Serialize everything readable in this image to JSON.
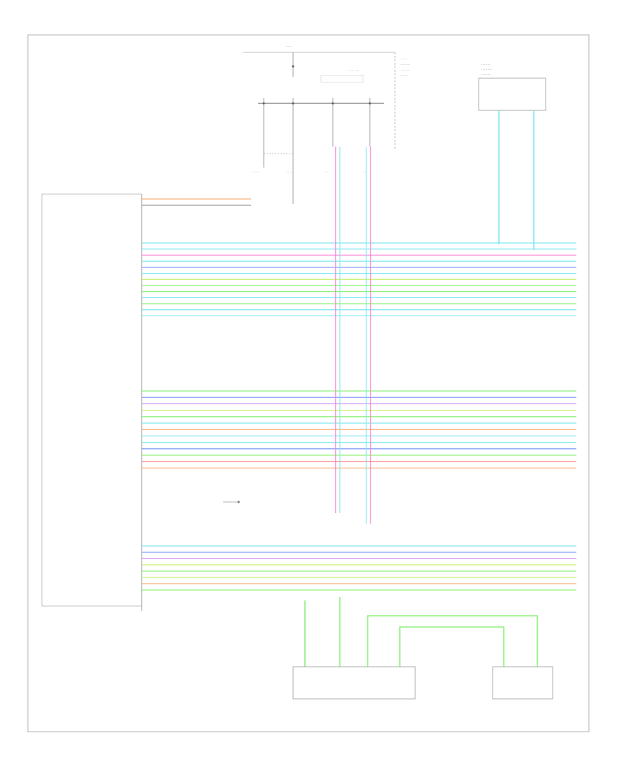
{
  "diagram": {
    "footer_code": "",
    "module_label": "",
    "colors": {
      "cyan": "#7fe8f0",
      "pink": "#ff7fd0",
      "green": "#8ef07a",
      "lime": "#c8f06a",
      "blue": "#8a9ef8",
      "orange": "#f8b07a",
      "red": "#f88a8a",
      "purple": "#d08af8",
      "gray": "#999999",
      "frame": "#b0b0b0"
    },
    "wires": [
      {
        "group": "top",
        "color": "orange"
      },
      {
        "group": "top",
        "color": "gray"
      },
      {
        "group": "a",
        "color": "cyan"
      },
      {
        "group": "a",
        "color": "cyan"
      },
      {
        "group": "a",
        "color": "pink"
      },
      {
        "group": "a",
        "color": "cyan"
      },
      {
        "group": "a",
        "color": "blue"
      },
      {
        "group": "a",
        "color": "cyan"
      },
      {
        "group": "a",
        "color": "lime"
      },
      {
        "group": "a",
        "color": "green"
      },
      {
        "group": "a",
        "color": "green"
      },
      {
        "group": "a",
        "color": "cyan"
      },
      {
        "group": "a",
        "color": "green"
      },
      {
        "group": "a",
        "color": "cyan"
      },
      {
        "group": "a",
        "color": "cyan"
      },
      {
        "group": "b",
        "color": "green"
      },
      {
        "group": "b",
        "color": "blue"
      },
      {
        "group": "b",
        "color": "purple"
      },
      {
        "group": "b",
        "color": "lime"
      },
      {
        "group": "b",
        "color": "green"
      },
      {
        "group": "b",
        "color": "cyan"
      },
      {
        "group": "b",
        "color": "orange"
      },
      {
        "group": "b",
        "color": "cyan"
      },
      {
        "group": "b",
        "color": "cyan"
      },
      {
        "group": "b",
        "color": "blue"
      },
      {
        "group": "b",
        "color": "green"
      },
      {
        "group": "b",
        "color": "red"
      },
      {
        "group": "b",
        "color": "orange"
      },
      {
        "group": "c",
        "color": "cyan"
      },
      {
        "group": "c",
        "color": "blue"
      },
      {
        "group": "c",
        "color": "purple"
      },
      {
        "group": "c",
        "color": "lime"
      },
      {
        "group": "c",
        "color": "green"
      },
      {
        "group": "c",
        "color": "lime"
      },
      {
        "group": "c",
        "color": "orange"
      },
      {
        "group": "c",
        "color": "green"
      }
    ]
  }
}
